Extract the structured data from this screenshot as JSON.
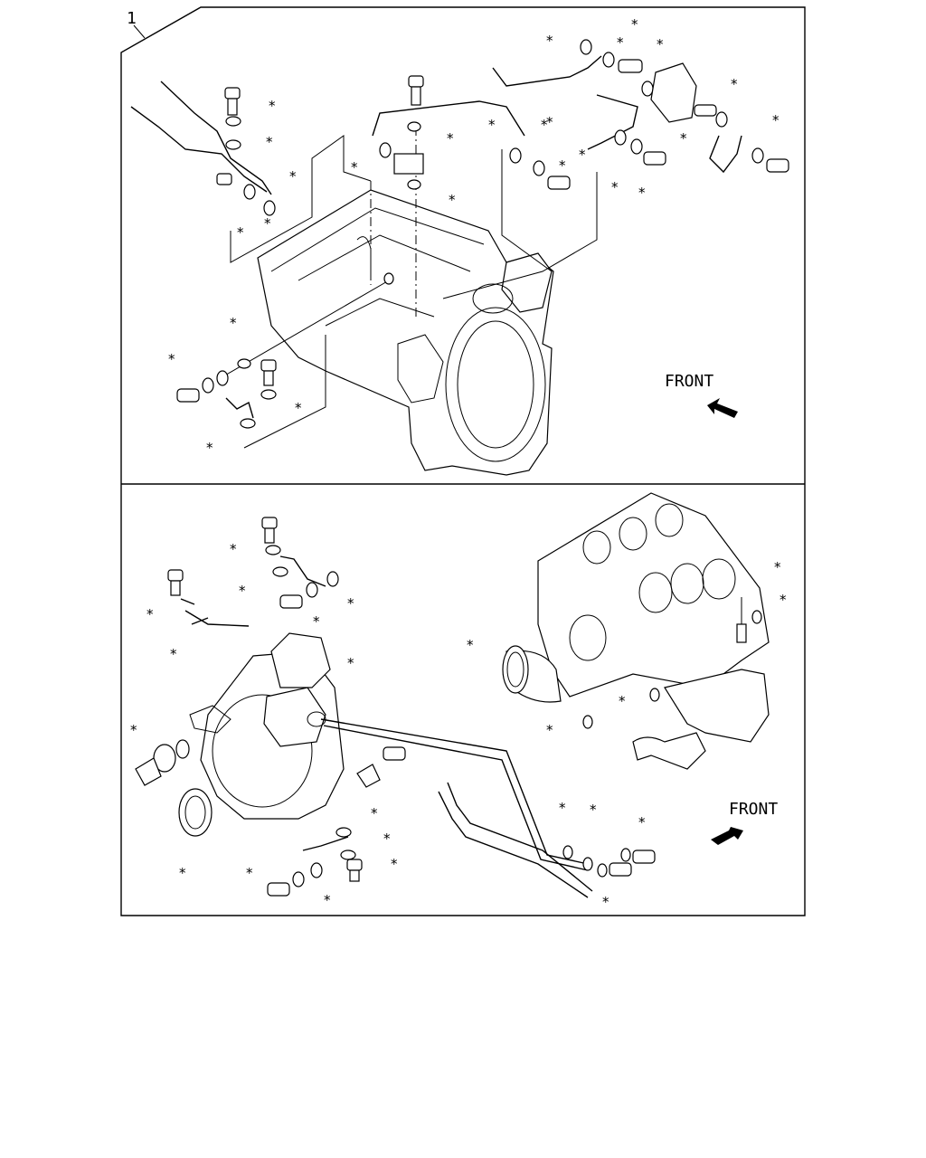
{
  "item_number": "1",
  "upper_view": {
    "direction_label": "FRONT"
  },
  "lower_view": {
    "direction_label": "FRONT"
  },
  "asterisk_mark": "*"
}
